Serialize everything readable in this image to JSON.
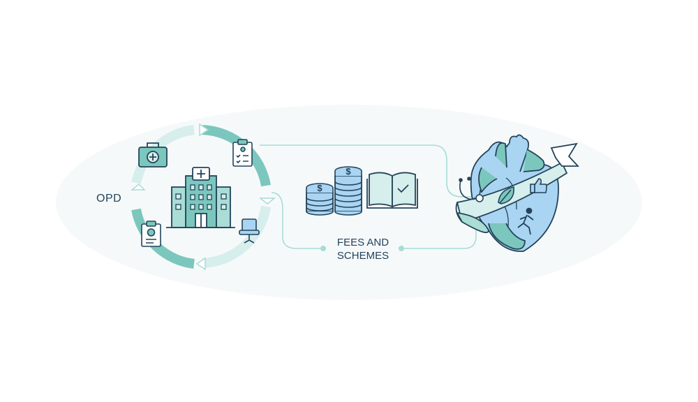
{
  "diagram": {
    "left_label": "OPD",
    "center_label_line1": "FEES AND",
    "center_label_line2": "SCHEMES"
  },
  "icons": [
    "first-aid-kit-icon",
    "clipboard-checklist-icon",
    "hospital-building-icon",
    "waiting-chair-icon",
    "medical-report-icon",
    "coin-stack-icon",
    "open-book-check-icon",
    "heart-illustration-icon",
    "stethoscope-icon",
    "leaf-icon",
    "thumbs-up-icon",
    "running-person-icon"
  ],
  "colors": {
    "teal": "#7cc7bd",
    "light_teal": "#d6eeec",
    "blue": "#a9d4f2",
    "navy": "#23435a",
    "connector": "#a9dcd6"
  }
}
